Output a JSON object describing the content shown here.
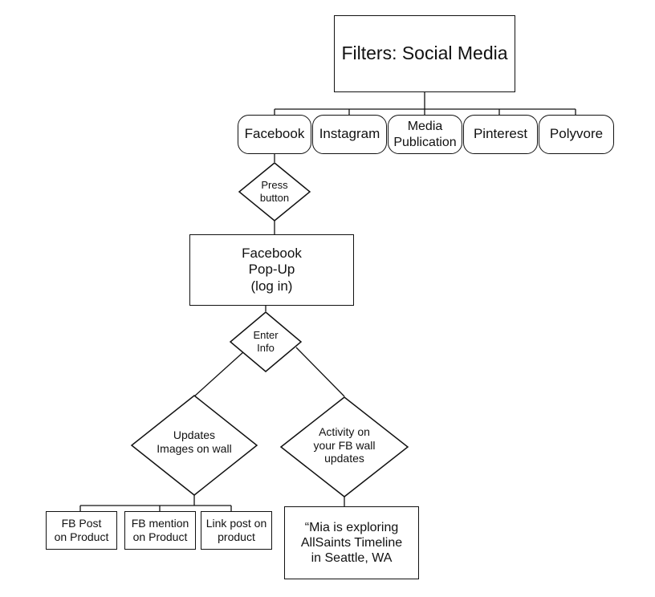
{
  "title": "Filters: Social Media",
  "platforms": [
    "Facebook",
    "Instagram",
    "Media\nPublication",
    "Pinterest",
    "Polyvore"
  ],
  "decision_press": "Press\nbutton",
  "popup": "Facebook\nPop-Up\n(log in)",
  "decision_enter": "Enter\nInfo",
  "decision_updates": "Updates\nImages on wall",
  "decision_activity": "Activity on\nyour FB wall\nupdates",
  "post_types": [
    "FB Post\non Product",
    "FB mention\non Product",
    "Link post on\nproduct"
  ],
  "example_post": "“Mia is exploring\nAllSaints Timeline\nin Seattle, WA"
}
